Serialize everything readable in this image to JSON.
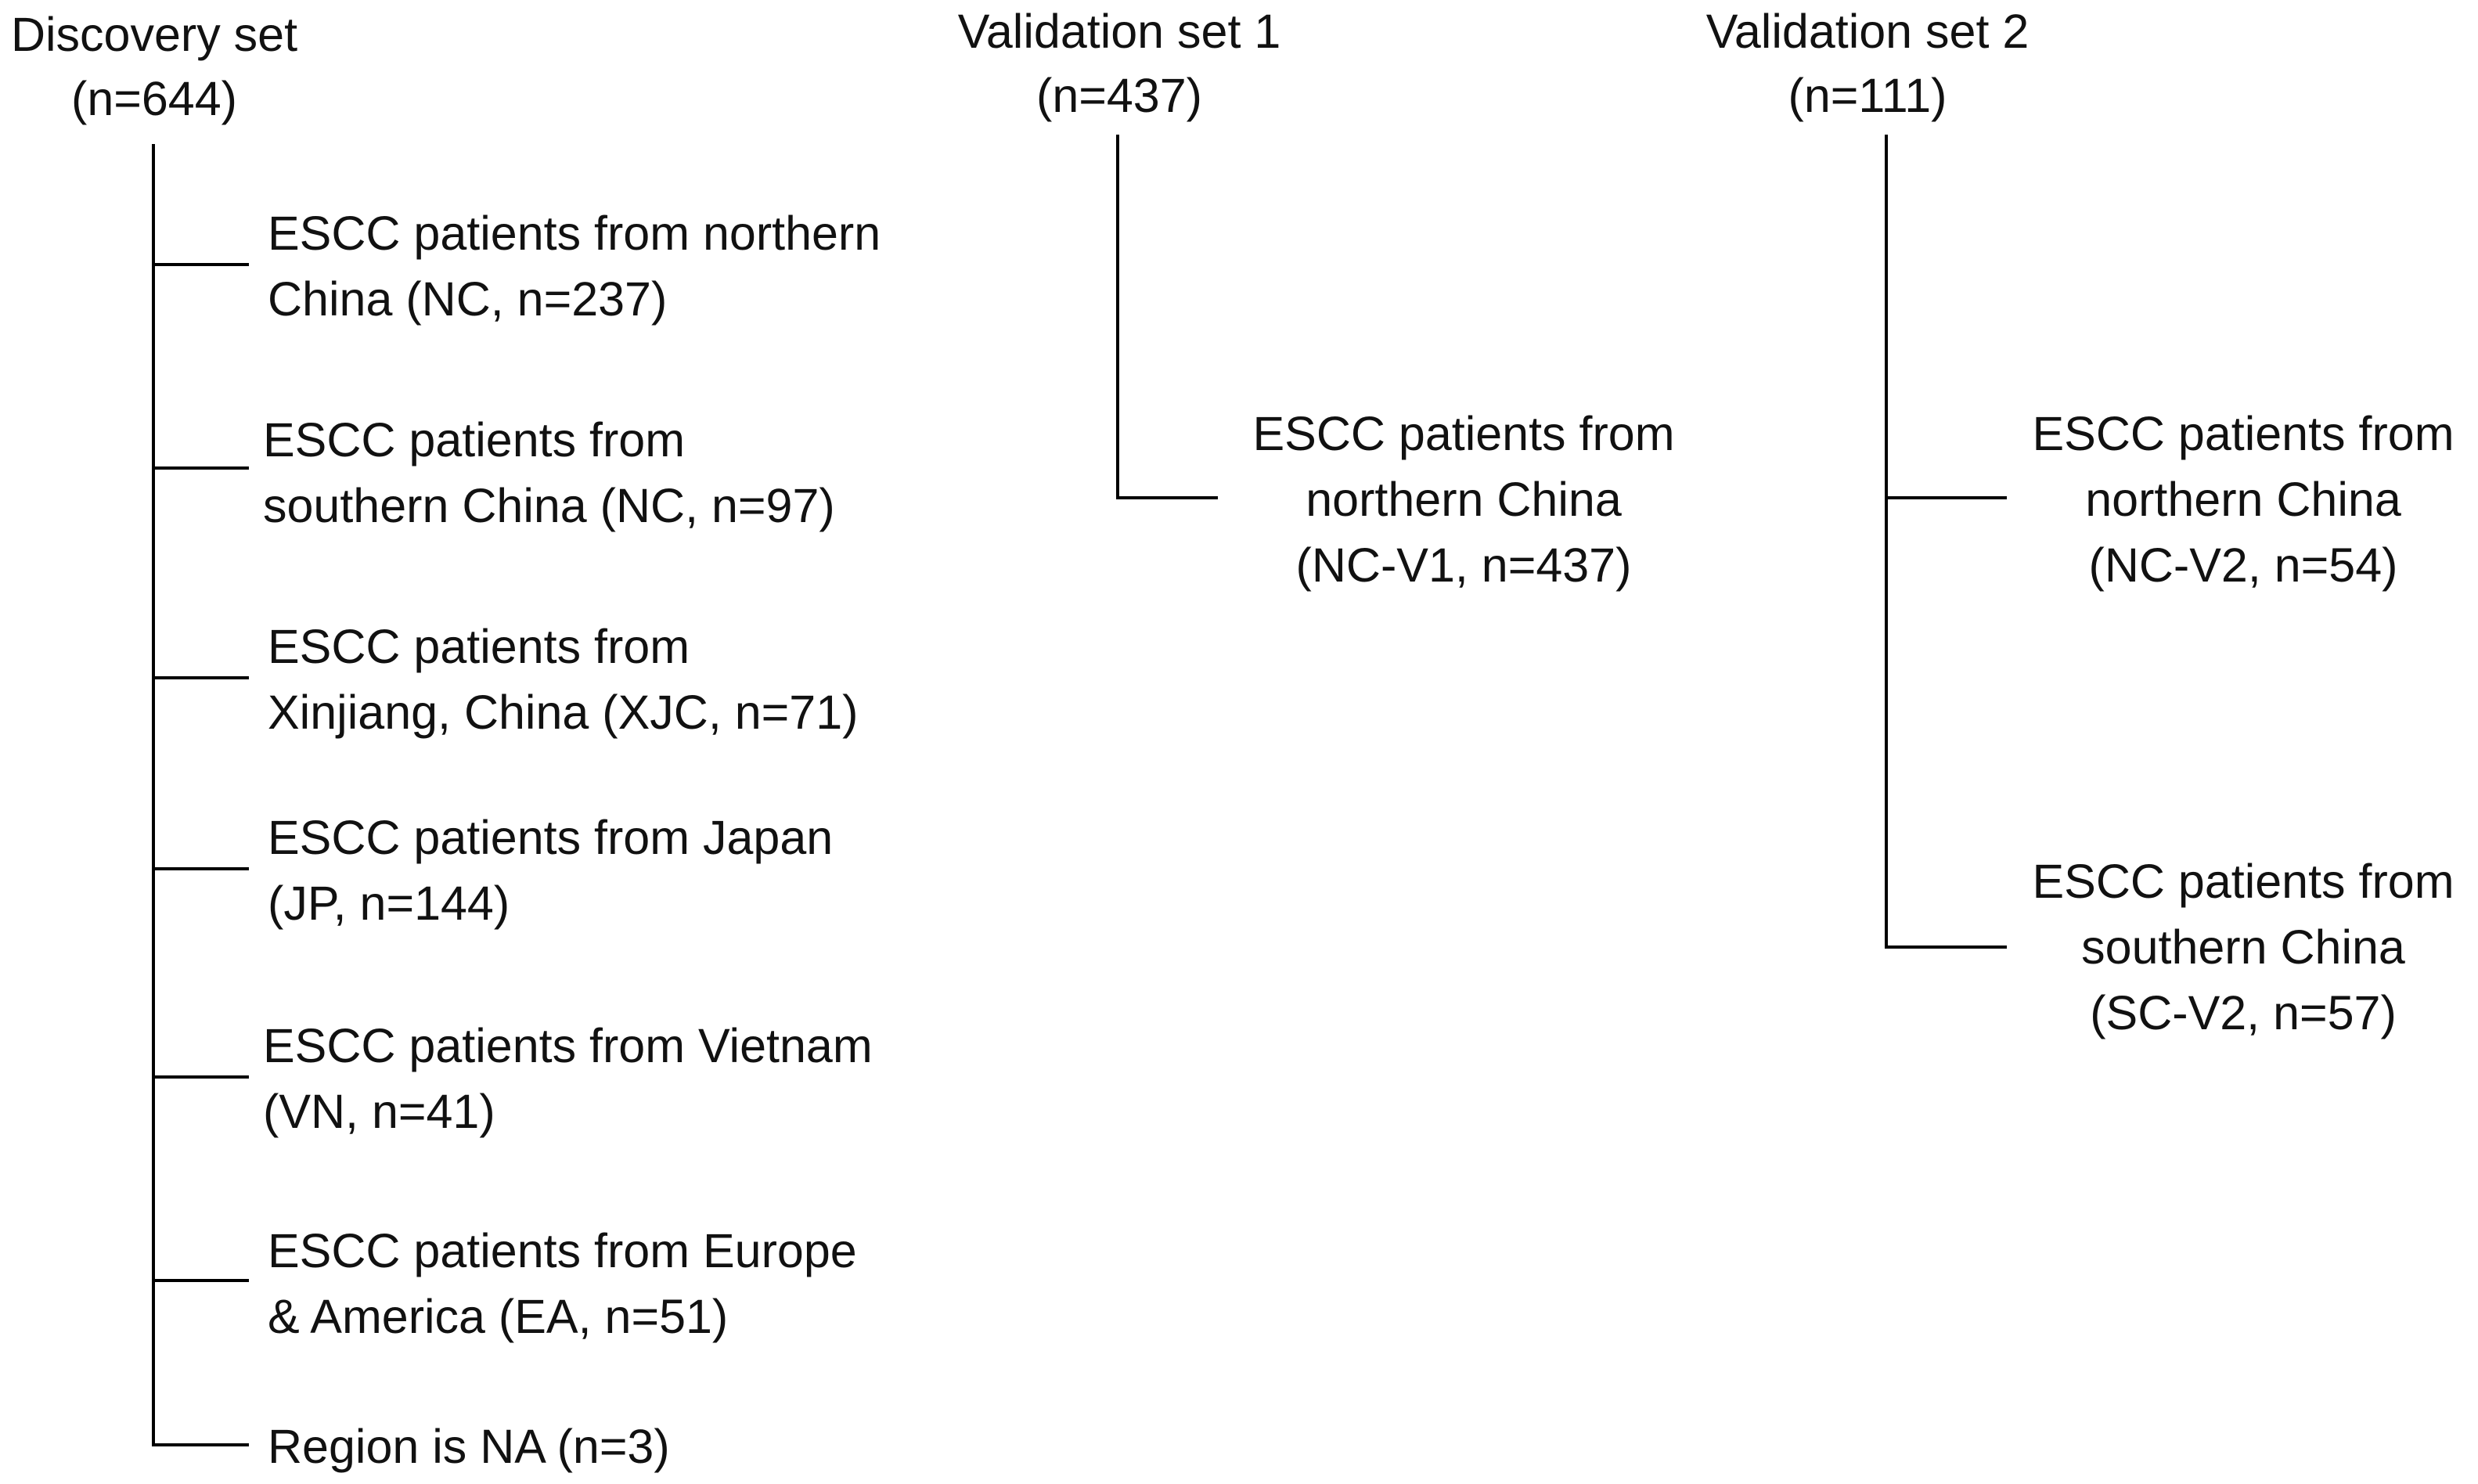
{
  "discovery": {
    "title": "Discovery set",
    "count": "(n=644)",
    "groups": [
      {
        "line1": "ESCC patients from northern",
        "line2": "China (NC, n=237)"
      },
      {
        "line1": "ESCC patients from",
        "line2": "southern China (NC, n=97)"
      },
      {
        "line1": "ESCC patients from",
        "line2": "Xinjiang, China (XJC, n=71)"
      },
      {
        "line1": "ESCC patients from Japan",
        "line2": "(JP, n=144)"
      },
      {
        "line1": "ESCC patients from Vietnam",
        "line2": "(VN, n=41)"
      },
      {
        "line1": "ESCC patients from Europe",
        "line2": "& America (EA, n=51)"
      },
      {
        "line1": "Region is NA (n=3)"
      }
    ]
  },
  "validation1": {
    "title": "Validation set 1",
    "count": "(n=437)",
    "groups": [
      {
        "line1": "ESCC patients from",
        "line2": "northern China",
        "line3": "(NC-V1, n=437)"
      }
    ]
  },
  "validation2": {
    "title": "Validation set 2",
    "count": "(n=111)",
    "groups": [
      {
        "line1": "ESCC patients from",
        "line2": "northern China",
        "line3": "(NC-V2, n=54)"
      },
      {
        "line1": "ESCC patients from",
        "line2": "southern China",
        "line3": "(SC-V2, n=57)"
      }
    ]
  }
}
